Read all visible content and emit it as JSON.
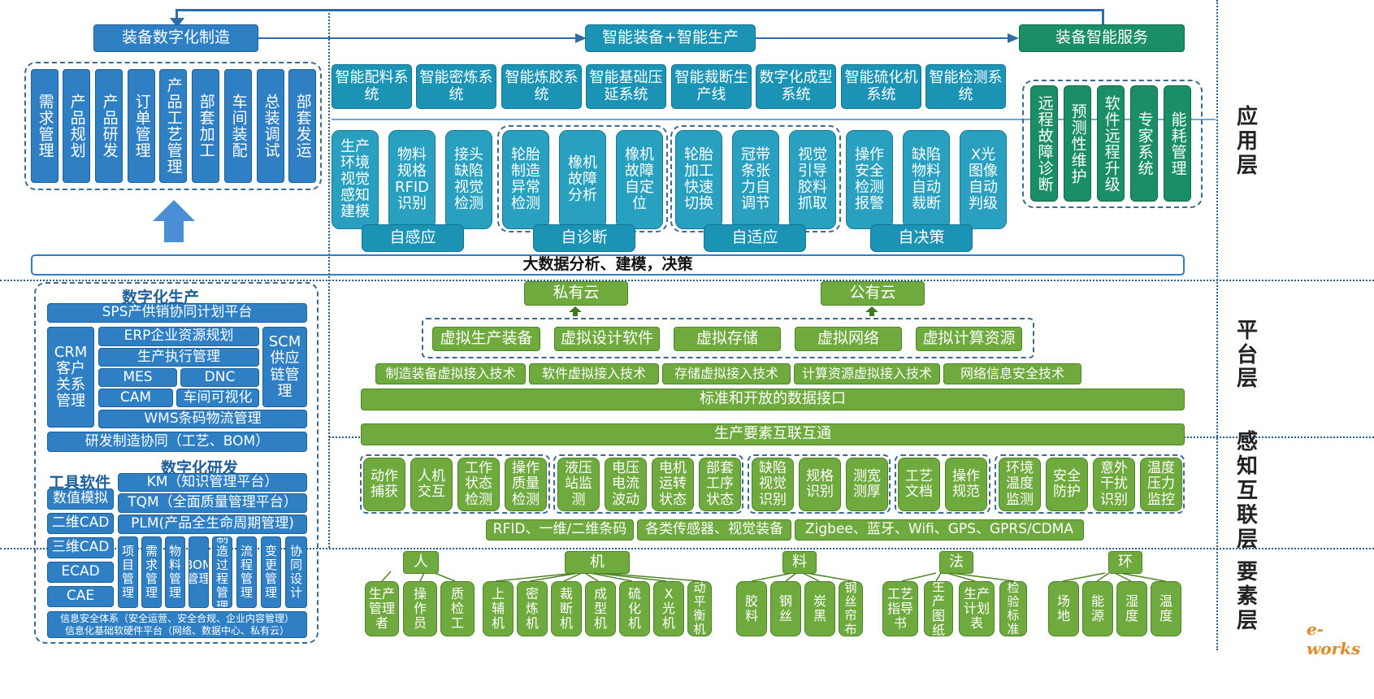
{
  "layers": [
    "应用层",
    "平台层",
    "感知互联层",
    "要素层"
  ],
  "app": {
    "flow": [
      "装备数字化制造",
      "智能装备+智能生产",
      "装备智能服务"
    ],
    "left_vertical": [
      "需求管理",
      "产品规划",
      "产品研发",
      "订单管理",
      "产品工艺管理",
      "部套加工",
      "车间装配",
      "总装调试",
      "部套发运"
    ],
    "systems": [
      "智能配料系统",
      "智能密炼系统",
      "智能炼胶系统",
      "智能基础压延系统",
      "智能裁断生产线",
      "数字化成型系统",
      "智能硫化机系统",
      "智能检测系统"
    ],
    "functions": [
      "生产环境视觉感知建模",
      "物料规格RFID识别",
      "接头缺陷视觉检测",
      "轮胎制造异常检测",
      "橡机故障分析",
      "橡机故障自定位",
      "轮胎加工快速切换",
      "冠带条张力自调节",
      "视觉引导胶料抓取",
      "操作安全检测报警",
      "缺陷物料自动裁断",
      "X光图像自动判级"
    ],
    "modes": [
      "自感应",
      "自诊断",
      "自适应",
      "自决策"
    ],
    "services": [
      "远程故障诊断",
      "预测性维护",
      "软件远程升级",
      "专家系统",
      "能耗管理"
    ],
    "bigdata": "大数据分析、建模，决策"
  },
  "left": {
    "prod_title": "数字化生产",
    "sps": "SPS产供销协同计划平台",
    "crm": "CRM客户关系管理",
    "erp": "ERP企业资源规划",
    "mes_exec": "生产执行管理",
    "mes": "MES",
    "dnc": "DNC",
    "cam": "CAM",
    "shop_vis": "车间可视化",
    "scm": "SCM供应链管理",
    "wms": "WMS条码物流管理",
    "rd_coop": "研发制造协同（工艺、BOM）",
    "rd_title": "数字化研发",
    "tools_title": "工具软件",
    "tools": [
      "数值模拟",
      "二维CAD",
      "三维CAD",
      "ECAD",
      "CAE"
    ],
    "km": "KM（知识管理平台）",
    "tqm": "TQM（全面质量管理平台）",
    "plm": "PLM(产品全生命周期管理)",
    "plm_sub": [
      "项目管理",
      "需求管理",
      "物料管理",
      "BOM管理",
      "制造过程管理",
      "流程管理",
      "变更管理",
      "协同设计"
    ],
    "security": "信息安全体系（安全运营、安全合规、企业内容管理）",
    "infra": "信息化基础软硬件平台（网络、数据中心、私有云）"
  },
  "platform": {
    "clouds": [
      "私有云",
      "公有云"
    ],
    "virtual": [
      "虚拟生产装备",
      "虚拟设计软件",
      "虚拟存储",
      "虚拟网络",
      "虚拟计算资源"
    ],
    "tech": [
      "制造装备虚拟接入技术",
      "软件虚拟接入技术",
      "存储虚拟接入技术",
      "计算资源虚拟接入技术",
      "网络信息安全技术"
    ],
    "interface": "标准和开放的数据接口",
    "interconnect": "生产要素互联互通"
  },
  "perception": {
    "groups": [
      [
        "动作捕获",
        "人机交互",
        "工作状态检测",
        "操作质量检测"
      ],
      [
        "液压站监测",
        "电压电流波动",
        "电机运转状态",
        "部套工序状态"
      ],
      [
        "缺陷视觉识别",
        "规格识别",
        "测宽测厚"
      ],
      [
        "工艺文档",
        "操作规范"
      ],
      [
        "环境温度监测",
        "安全防护",
        "意外干扰识别",
        "温度压力监控"
      ]
    ],
    "tech": [
      "RFID、一维/二维条码",
      "各类传感器、视觉装备",
      "Zigbee、蓝牙、Wifi、GPS、GPRS/CDMA"
    ]
  },
  "elements": {
    "heads": [
      "人",
      "机",
      "料",
      "法",
      "环"
    ],
    "ren": [
      "生产管理者",
      "操作员",
      "质检工"
    ],
    "ji": [
      "上辅机",
      "密炼机",
      "裁断机",
      "成型机",
      "硫化机",
      "X光机",
      "动平衡机"
    ],
    "liao": [
      "胶料",
      "钢丝",
      "炭黑",
      "钢丝帘布"
    ],
    "fa": [
      "工艺指导书",
      "生产图纸",
      "生产计划表",
      "检验标准"
    ],
    "huan": [
      "场地",
      "能源",
      "湿度",
      "温度"
    ]
  },
  "watermark": "e-works"
}
